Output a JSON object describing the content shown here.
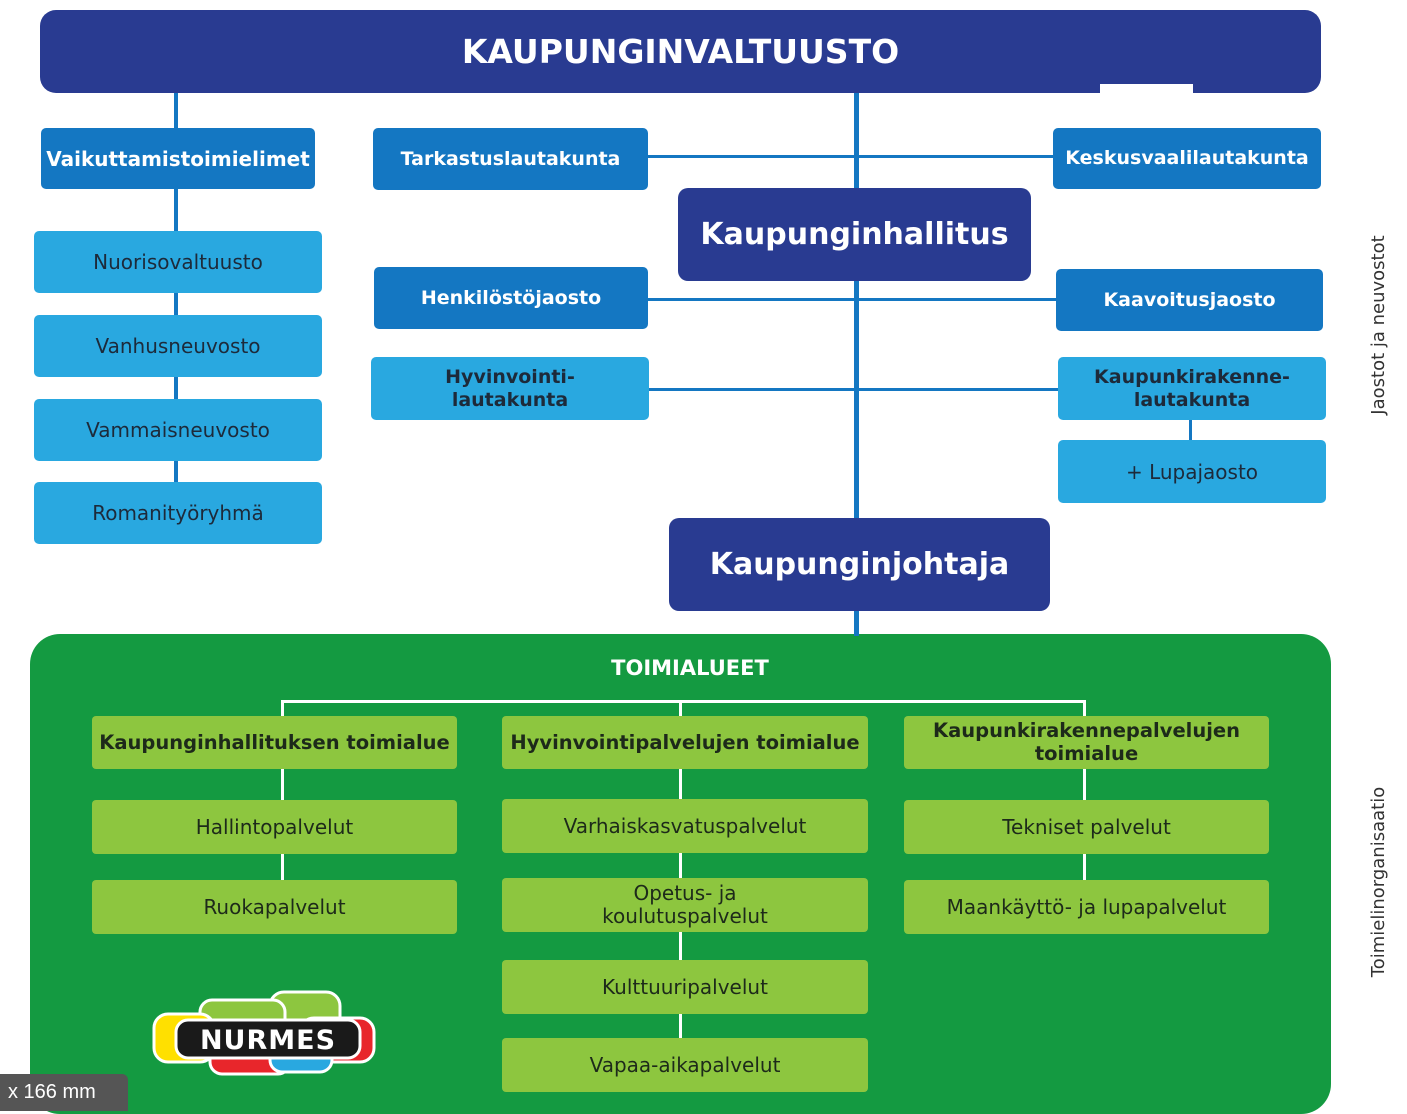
{
  "council": "KAUPUNGINVALTUUSTO",
  "influence_bodies": {
    "title": "Vaikuttamistoimielimet",
    "items": [
      "Nuorisovaltuusto",
      "Vanhusneuvosto",
      "Vammaisneuvosto",
      "Romanityöryhmä"
    ]
  },
  "audit_board": "Tarkastuslautakunta",
  "election_board": "Keskusvaalilautakunta",
  "city_board": "Kaupunginhallitus",
  "personnel_division": "Henkilöstöjaosto",
  "zoning_division": "Kaavoitusjaosto",
  "welfare_board": "Hyvinvointi-\nlautakunta",
  "urban_structure_board": "Kaupunkirakenne-\nlautakunta",
  "permit_division": "+ Lupajaosto",
  "mayor": "Kaupunginjohtaja",
  "sectors": {
    "title": "TOIMIALUEET",
    "columns": [
      {
        "head": "Kaupunginhallituksen toimialue",
        "items": [
          "Hallintopalvelut",
          "Ruokapalvelut"
        ]
      },
      {
        "head": "Hyvinvointipalvelujen toimialue",
        "items": [
          "Varhaiskasvatuspalvelut",
          "Opetus- ja\nkoulutuspalvelut",
          "Kulttuuripalvelut",
          "Vapaa-aikapalvelut"
        ]
      },
      {
        "head": "Kaupunkirakennepalvelujen\ntoimialue",
        "items": [
          "Tekniset palvelut",
          "Maankäyttö- ja lupapalvelut"
        ]
      }
    ]
  },
  "side_labels": {
    "top": "Jaostot ja neuvostot",
    "bottom": "Toimielinorganisaatio"
  },
  "logo": "NURMES",
  "scale_note": "x 166 mm",
  "colors": {
    "navy": "#293b91",
    "mid_blue": "#1477c2",
    "light_blue": "#29a8e0",
    "green_panel": "#149a41",
    "light_green": "#8dc63f"
  }
}
